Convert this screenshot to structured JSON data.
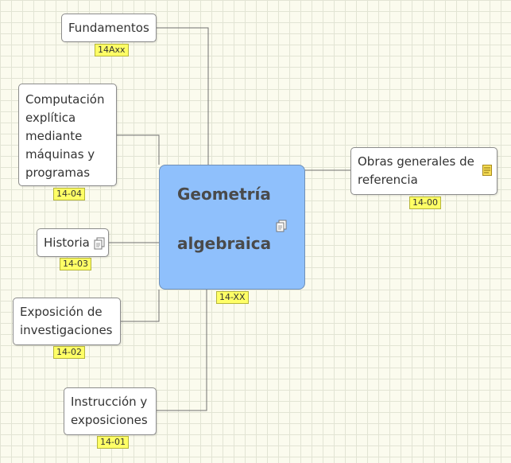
{
  "central": {
    "line1": "Geometría",
    "line2": "algebraica",
    "tag": "14-XX",
    "icon": "document-note-icon"
  },
  "nodes": {
    "fundamentos": {
      "label": "Fundamentos",
      "tag": "14Axx"
    },
    "computacion": {
      "line1": "Computación",
      "line2": "explítica",
      "line3": "mediante",
      "line4": "máquinas y",
      "line5": "programas",
      "tag": "14-04"
    },
    "historia": {
      "label": "Historia",
      "tag": "14-03",
      "icon": "document-note-icon"
    },
    "exposicion": {
      "line1": "Exposición de",
      "line2": "investigaciones",
      "tag": "14-02"
    },
    "instruccion": {
      "line1": "Instrucción y",
      "line2": "exposiciones",
      "tag": "14-01"
    },
    "obras": {
      "line1": "Obras generales de",
      "line2": "referencia",
      "tag": "14-00",
      "icon": "sticky-note-icon"
    }
  },
  "colors": {
    "central_fill": "#8fc0fc",
    "tag_fill": "#ffff66",
    "background": "#fbfbee",
    "connector": "#707070"
  }
}
